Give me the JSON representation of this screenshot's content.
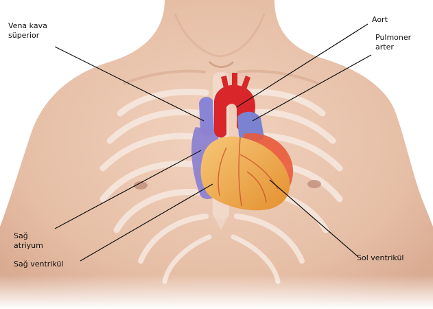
{
  "labels": {
    "vena_kava_superior": "Vena kava\nsüperior",
    "aort": "Aort",
    "pulmoner_arter": "Pulmoner\narter",
    "sag_atriyum": "Sağ\natriyum",
    "sag_ventrikul": "Sağ ventrikül",
    "sol_ventrikul": "Sol ventrikül"
  },
  "colors": {
    "skin": "#e9c4ae",
    "skin_shadow": "#d4a58c",
    "rib": "#f6e6dc",
    "aorta": "#d8262b",
    "vein": "#7f78c9",
    "heart_muscle": "#f0b35a",
    "leader_line": "#111111"
  }
}
